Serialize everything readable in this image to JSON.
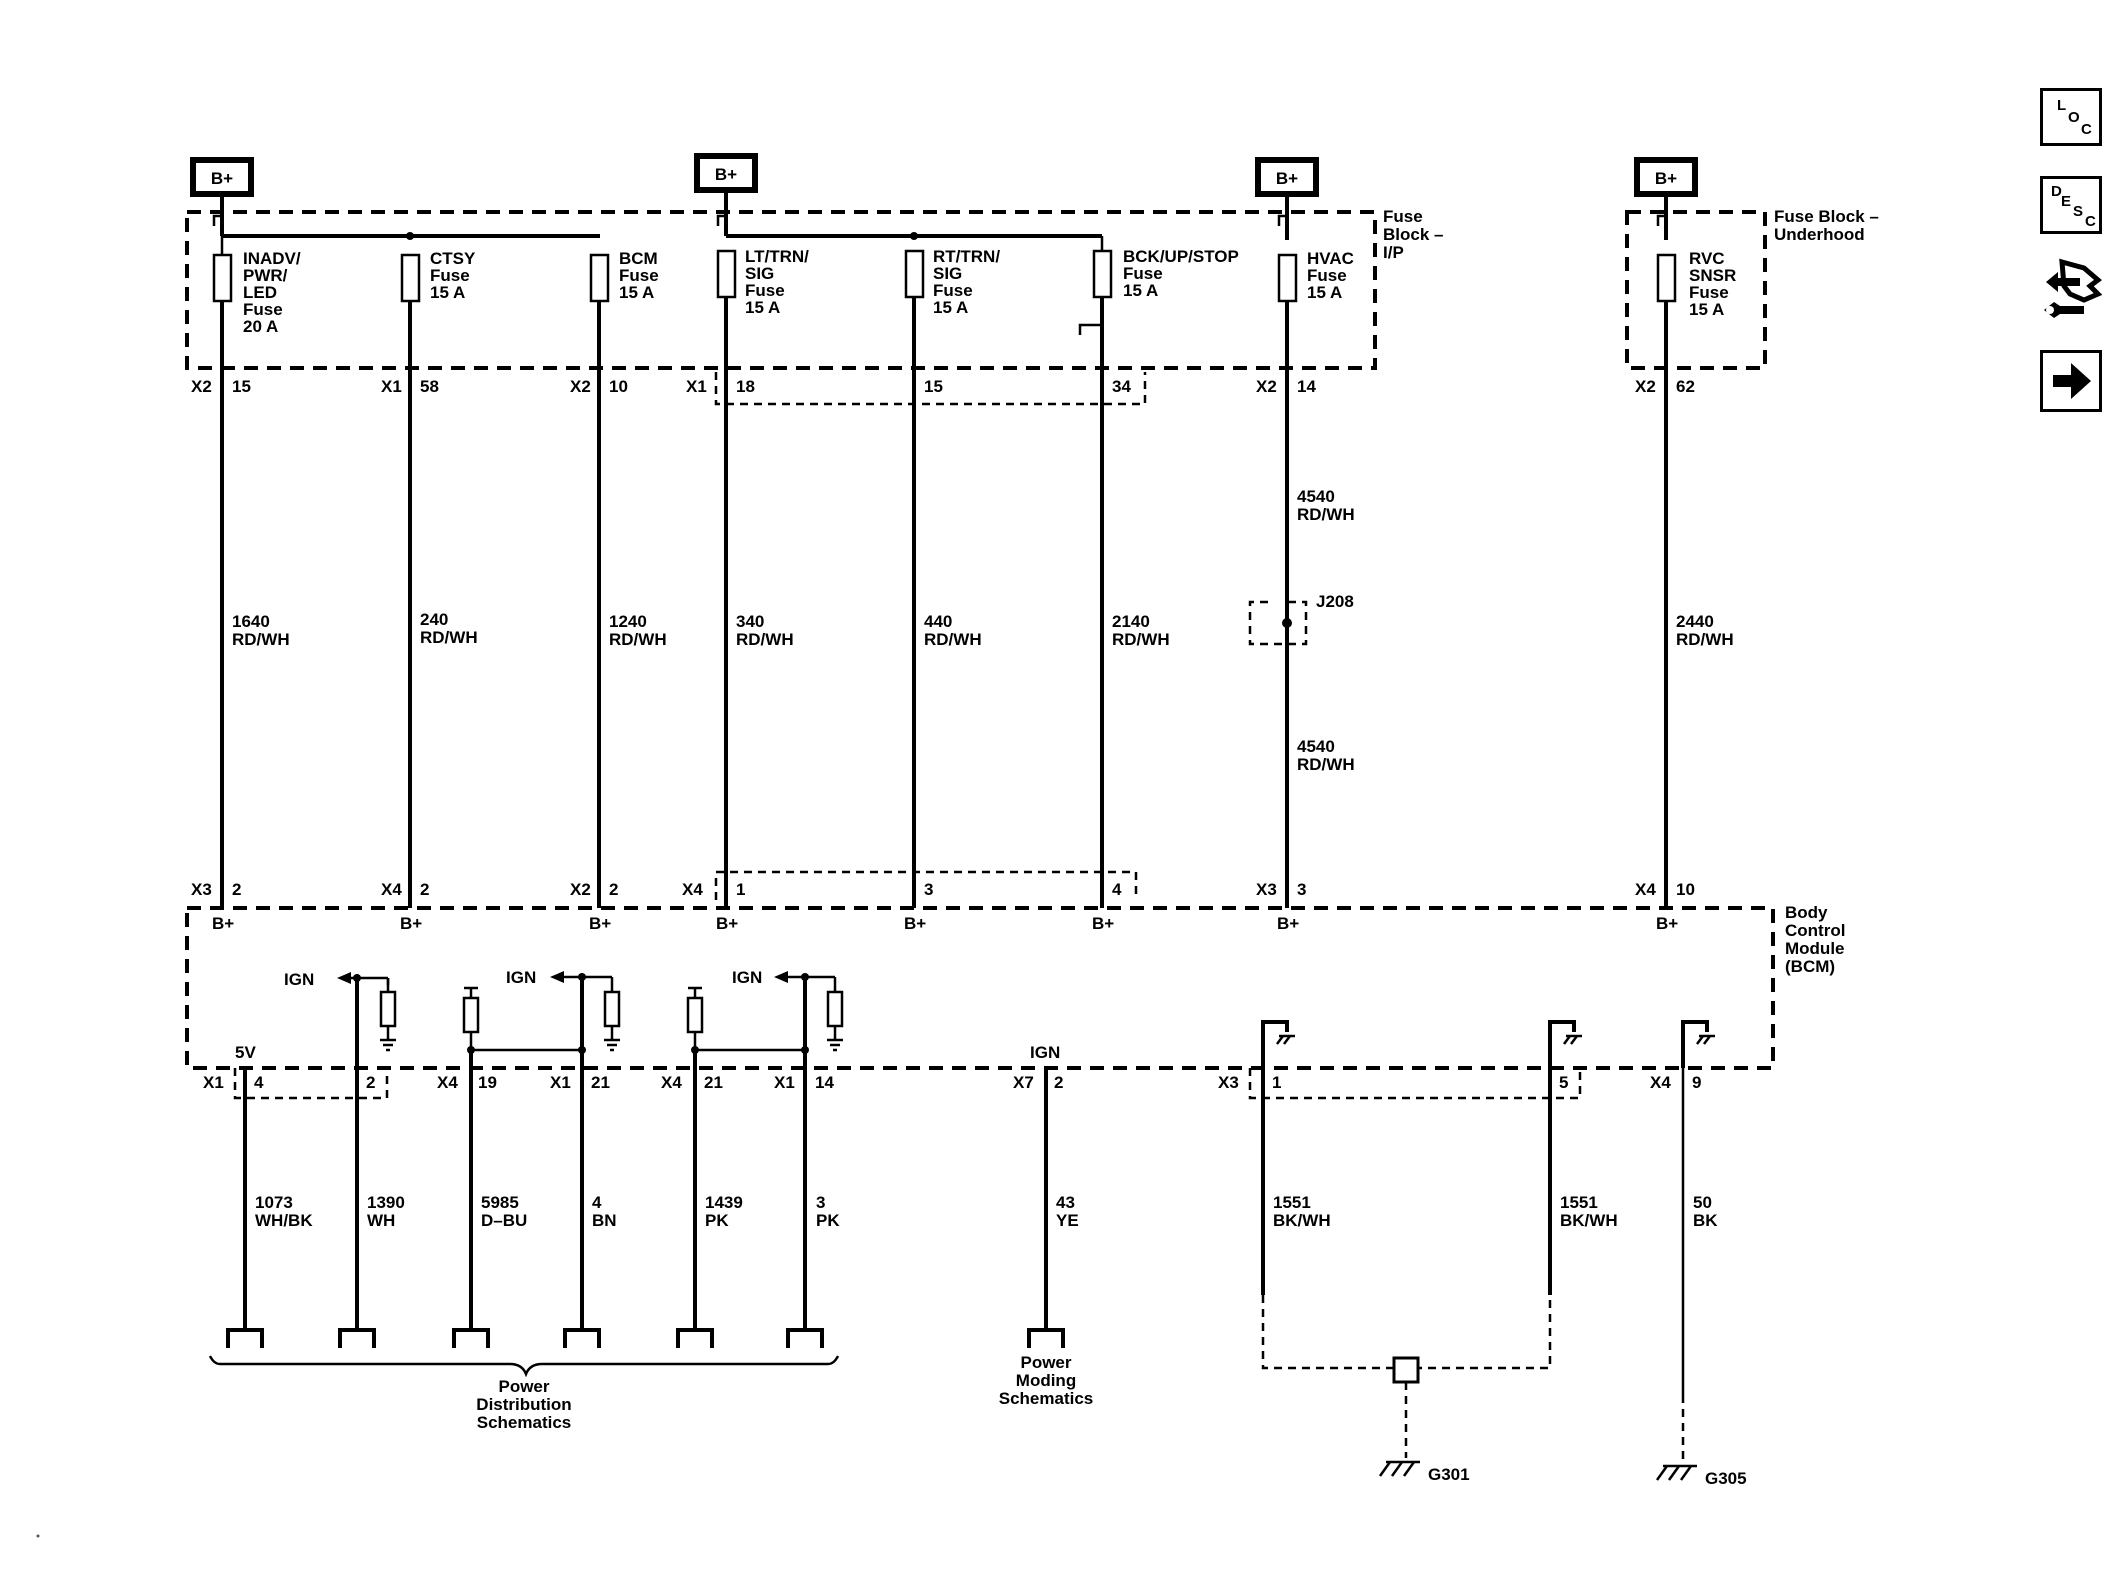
{
  "power_sources": [
    "B+",
    "B+",
    "B+",
    "B+"
  ],
  "fuse_blocks": {
    "ip": "Fuse Block – I/P",
    "underhood": "Fuse Block – Underhood"
  },
  "module": "Body Control Module (BCM)",
  "fuses": [
    {
      "label": [
        "INADV/",
        "PWR/",
        "LED",
        "Fuse",
        "20 A"
      ],
      "conn": "X2",
      "pin": "15",
      "circuit": "1640",
      "color": "RD/WH",
      "bcm_conn": "X3",
      "bcm_pin": "2",
      "bcm_label": "B+"
    },
    {
      "label": [
        "CTSY",
        "Fuse",
        "15 A"
      ],
      "conn": "X1",
      "pin": "58",
      "circuit": "240",
      "color": "RD/WH",
      "bcm_conn": "X4",
      "bcm_pin": "2",
      "bcm_label": "B+"
    },
    {
      "label": [
        "BCM",
        "Fuse",
        "15 A"
      ],
      "conn": "X2",
      "pin": "10",
      "circuit": "1240",
      "color": "RD/WH",
      "bcm_conn": "X2",
      "bcm_pin": "2",
      "bcm_label": "B+"
    },
    {
      "label": [
        "LT/TRN/",
        "SIG",
        "Fuse",
        "15 A"
      ],
      "conn": "X1",
      "pin": "18",
      "circuit": "340",
      "color": "RD/WH",
      "bcm_conn": "X4",
      "bcm_pin": "1",
      "bcm_label": "B+"
    },
    {
      "label": [
        "RT/TRN/",
        "SIG",
        "Fuse",
        "15 A"
      ],
      "conn": "",
      "pin": "15",
      "circuit": "440",
      "color": "RD/WH",
      "bcm_conn": "",
      "bcm_pin": "3",
      "bcm_label": "B+"
    },
    {
      "label": [
        "BCK/UP/STOP",
        "Fuse",
        "15 A"
      ],
      "conn": "",
      "pin": "34",
      "circuit": "2140",
      "color": "RD/WH",
      "bcm_conn": "",
      "bcm_pin": "4",
      "bcm_label": "B+"
    },
    {
      "label": [
        "HVAC",
        "Fuse",
        "15 A"
      ],
      "conn": "X2",
      "pin": "14",
      "circuit": "4540",
      "color": "RD/WH",
      "bcm_conn": "X3",
      "bcm_pin": "3",
      "bcm_label": "B+"
    },
    {
      "label": [
        "RVC",
        "SNSR",
        "Fuse",
        "15 A"
      ],
      "conn": "X2",
      "pin": "62",
      "circuit": "2440",
      "color": "RD/WH",
      "bcm_conn": "X4",
      "bcm_pin": "10",
      "bcm_label": "B+"
    }
  ],
  "splice": "J208",
  "hvac_circuit_lower": {
    "circuit": "4540",
    "color": "RD/WH"
  },
  "internal": {
    "ign": [
      "IGN",
      "IGN",
      "IGN",
      "IGN"
    ],
    "five_v": "5V"
  },
  "outputs": [
    {
      "conn": "X1",
      "pin": "4",
      "circuit": "1073",
      "color": "WH/BK"
    },
    {
      "conn": "",
      "pin": "2",
      "circuit": "1390",
      "color": "WH"
    },
    {
      "conn": "X4",
      "pin": "19",
      "circuit": "5985",
      "color": "D–BU"
    },
    {
      "conn": "X1",
      "pin": "21",
      "circuit": "4",
      "color": "BN"
    },
    {
      "conn": "X4",
      "pin": "21",
      "circuit": "1439",
      "color": "PK"
    },
    {
      "conn": "X1",
      "pin": "14",
      "circuit": "3",
      "color": "PK"
    },
    {
      "conn": "X7",
      "pin": "2",
      "circuit": "43",
      "color": "YE"
    },
    {
      "conn": "X3",
      "pin": "1",
      "circuit": "1551",
      "color": "BK/WH"
    },
    {
      "conn": "",
      "pin": "5",
      "circuit": "1551",
      "color": "BK/WH"
    },
    {
      "conn": "X4",
      "pin": "9",
      "circuit": "50",
      "color": "BK"
    }
  ],
  "references": {
    "power_distribution": [
      "Power",
      "Distribution",
      "Schematics"
    ],
    "power_moding": [
      "Power",
      "Moding",
      "Schematics"
    ]
  },
  "grounds": [
    "G301",
    "G305"
  ],
  "nav": {
    "loc": [
      "L",
      "O",
      "C"
    ],
    "desc": [
      "D",
      "E",
      "S",
      "C"
    ],
    "connector_icon": "connector-icon",
    "next_icon": "arrow-right-icon"
  }
}
